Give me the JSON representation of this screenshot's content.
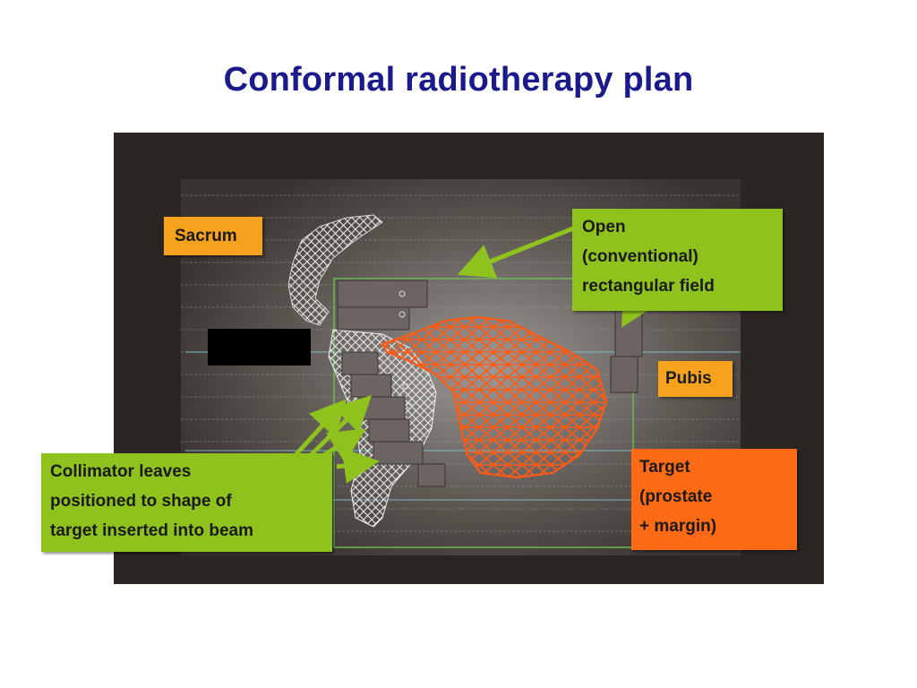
{
  "title": "Conformal radiotherapy plan",
  "labels": {
    "sacrum": "Sacrum",
    "open_field": [
      "Open",
      "(conventional)",
      "rectangular field"
    ],
    "pubis": "Pubis",
    "collimator": [
      "Collimator leaves",
      "positioned to shape of",
      "target inserted into beam"
    ],
    "target": [
      "Target",
      "(prostate",
      "+ margin)"
    ]
  },
  "colors": {
    "title": "#1a1a8c",
    "green_label": "#8fc21c",
    "orange_label": "#f6a21c",
    "target_label": "#ff6a14",
    "target_mesh": "#ff5a14",
    "arrow": "#8fc21c"
  }
}
